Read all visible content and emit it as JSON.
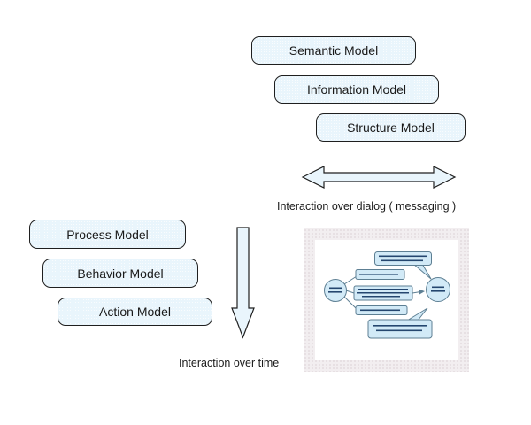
{
  "diagram": {
    "title_none": "",
    "model_boxes": {
      "top_group": [
        {
          "label": "Semantic Model"
        },
        {
          "label": "Information Model"
        },
        {
          "label": "Structure Model"
        }
      ],
      "left_group": [
        {
          "label": "Process Model"
        },
        {
          "label": "Behavior Model"
        },
        {
          "label": "Action Model"
        }
      ]
    },
    "captions": {
      "dialog_axis": "Interaction over dialog ( messaging )",
      "time_axis": "Interaction over time"
    },
    "colors": {
      "box_fill": "#e9f5fc",
      "box_border": "#1f1f1f",
      "arrow_fill": "#e9f5fc",
      "arrow_outline": "#1f1f1f",
      "thumbnail_frame": "#f2eef0",
      "thumbnail_bubble_fill": "#d2eaf7",
      "thumbnail_outline": "#5d7f93",
      "thumbnail_text": "#24466f",
      "background": "#ffffff"
    }
  }
}
